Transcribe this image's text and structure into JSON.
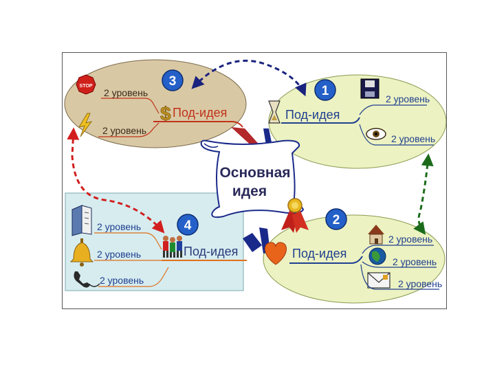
{
  "center": {
    "line1": "Основная",
    "line2": "идея"
  },
  "branches": [
    {
      "number": "1",
      "label": "Под-идея",
      "subs": [
        "2 уровень",
        "2 уровень"
      ],
      "color": "#1f3f8f"
    },
    {
      "number": "2",
      "label": "Под-идея",
      "subs": [
        "2 уровень",
        "2 уровень",
        "2 уровень"
      ],
      "color": "#1f3f8f"
    },
    {
      "number": "3",
      "label": "Под-идея",
      "subs": [
        "2 уровень",
        "2 уровень"
      ],
      "color": "#c0321a"
    },
    {
      "number": "4",
      "label": "Под-идея",
      "subs": [
        "2 уровень",
        "2 уровень",
        "2 уровень"
      ],
      "color": "#e0701a"
    }
  ],
  "icons": {
    "branch3": [
      "stop-sign-icon",
      "lightning-icon",
      "dollar-icon"
    ],
    "branch1": [
      "hourglass-icon",
      "floppy-disk-icon",
      "eye-icon"
    ],
    "branch2": [
      "heart-icon",
      "house-icon",
      "globe-icon",
      "envelope-icon"
    ],
    "branch4": [
      "book-icon",
      "bell-icon",
      "telephone-icon",
      "people-icon"
    ],
    "center": [
      "award-ribbon-icon"
    ]
  },
  "stop_text": "STOP",
  "colors": {
    "branch3_bg": "#d9c8a4",
    "branch1_bg": "#ecf2c2",
    "branch2_bg": "#ecf2c2",
    "branch4_bg": "#d6ecef",
    "badge": "#2460c8",
    "arrow_red": "#d21e1e",
    "arrow_blue": "#1a237e",
    "arrow_green": "#1b6b1b"
  }
}
